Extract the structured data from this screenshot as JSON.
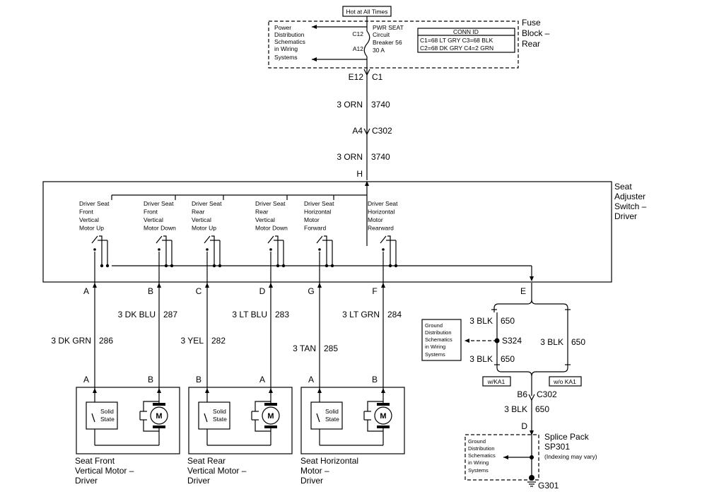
{
  "fuse_block": {
    "hot_label": "Hot at All Times",
    "power_dist": [
      "Power",
      "Distribution",
      "Schematics",
      "in Wiring",
      "Systems"
    ],
    "c12": "C12",
    "a12": "A12",
    "breaker": [
      "PWR SEAT",
      "Circuit",
      "Breaker 56",
      "30 A"
    ],
    "conn_title": "CONN ID",
    "conn_row1": "C1=68 LT GRY  C3=68 BLK",
    "conn_row2": "C2=68 DK GRY  C4=2 GRN",
    "name": [
      "Fuse",
      "Block –",
      "Rear"
    ]
  },
  "feed": {
    "e12": "E12",
    "c1": "C1",
    "wire1_color": "3 ORN",
    "wire1_circuit": "3740",
    "a4": "A4",
    "c302": "C302",
    "wire2_color": "3 ORN",
    "wire2_circuit": "3740",
    "h": "H"
  },
  "switch": {
    "name": [
      "Seat",
      "Adjuster",
      "Switch –",
      "Driver"
    ],
    "contacts": [
      {
        "lines": [
          "Driver Seat",
          "Front",
          "Vertical",
          "Motor Up"
        ]
      },
      {
        "lines": [
          "Driver Seat",
          "Front",
          "Vertical",
          "Motor Down"
        ]
      },
      {
        "lines": [
          "Driver Seat",
          "Rear",
          "Vertical",
          "Motor Up"
        ]
      },
      {
        "lines": [
          "Driver Seat",
          "Rear",
          "Vertical",
          "Motor Down"
        ]
      },
      {
        "lines": [
          "Driver Seat",
          "Horizontal",
          "Motor",
          "Forward"
        ]
      },
      {
        "lines": [
          "Driver Seat",
          "Horizontal",
          "Motor",
          "Rearward"
        ]
      }
    ],
    "pins": [
      "A",
      "B",
      "C",
      "D",
      "G",
      "F",
      "E"
    ]
  },
  "wires": [
    {
      "color": "3 DK GRN",
      "circuit": "286"
    },
    {
      "color": "3 DK BLU",
      "circuit": "287"
    },
    {
      "color": "3 YEL",
      "circuit": "282"
    },
    {
      "color": "3 LT BLU",
      "circuit": "283"
    },
    {
      "color": "3 TAN",
      "circuit": "285"
    },
    {
      "color": "3 LT GRN",
      "circuit": "284"
    }
  ],
  "motors": [
    {
      "pin_left": "A",
      "pin_right": "B",
      "solid_state": [
        "Solid",
        "State"
      ],
      "m": "M",
      "name": [
        "Seat Front",
        "Vertical Motor –",
        "Driver"
      ]
    },
    {
      "pin_left": "B",
      "pin_right": "A",
      "solid_state": [
        "Solid",
        "State"
      ],
      "m": "M",
      "name": [
        "Seat Rear",
        "Vertical Motor –",
        "Driver"
      ]
    },
    {
      "pin_left": "A",
      "pin_right": "B",
      "solid_state": [
        "Solid",
        "State"
      ],
      "m": "M",
      "name": [
        "Seat Horizontal",
        "Motor –",
        "Driver"
      ]
    }
  ],
  "ground": {
    "box1": [
      "Ground",
      "Distribution",
      "Schematics",
      "in Wiring",
      "Systems"
    ],
    "w650_top_color": "3 BLK",
    "w650_top_circuit": "650",
    "s324": "S324",
    "w650_bot_color": "3 BLK",
    "w650_bot_circuit": "650",
    "w650_right_color": "3 BLK",
    "w650_right_circuit": "650",
    "opt1": "w/KA1",
    "opt2": "w/o KA1",
    "b6": "B6",
    "c302": "C302",
    "w650_color": "3 BLK",
    "w650_circuit": "650",
    "d": "D",
    "splice": [
      "Splice Pack",
      "SP301"
    ],
    "indexing": "(Indexing may vary)",
    "box2": [
      "Ground",
      "Distribution",
      "Schematics",
      "in Wiring",
      "Systems"
    ],
    "g301": "G301"
  }
}
